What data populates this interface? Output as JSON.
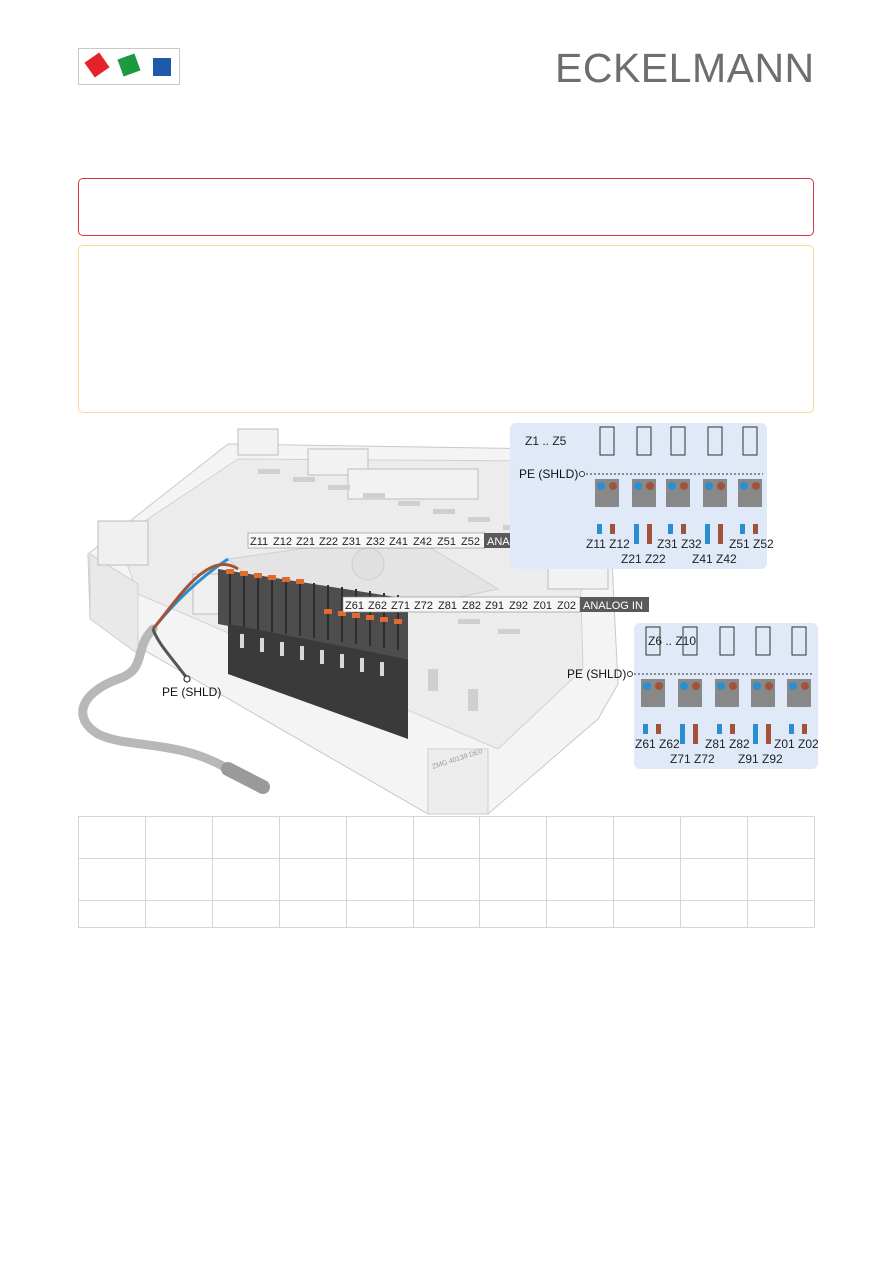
{
  "header": {
    "brand": "ECKELMANN",
    "logo_colors": [
      "#e3222b",
      "#1d9a3f",
      "#1d5aa8"
    ]
  },
  "colors": {
    "danger_border": "#d9343b",
    "warning_border": "#fbd79b",
    "panel_bg": "#dfe9f7",
    "blue_wire": "#2a8fd0",
    "brown_wire": "#a0523a"
  },
  "figure": {
    "strip_labels_top": [
      "Z11",
      "Z12",
      "Z21",
      "Z22",
      "Z31",
      "Z32",
      "Z41",
      "Z42",
      "Z51",
      "Z52"
    ],
    "strip_tag_top": "ANALOG IN",
    "strip_labels_bottom": [
      "Z61",
      "Z62",
      "Z71",
      "Z72",
      "Z81",
      "Z82",
      "Z91",
      "Z92",
      "Z01",
      "Z02"
    ],
    "strip_tag_bottom": "ANALOG IN",
    "pe_label": "PE (SHLD)",
    "board_marking": "ZMG 40139 DE0",
    "panel_top": {
      "title": "Z1 .. Z5",
      "pe": "PE (SHLD)",
      "row1": [
        "Z11 Z12",
        "Z31 Z32",
        "Z51 Z52"
      ],
      "row2": [
        "Z21 Z22",
        "Z41 Z42"
      ]
    },
    "panel_bottom": {
      "title": "Z6 .. Z10",
      "pe": "PE (SHLD)",
      "row1": [
        "Z61 Z62",
        "Z81 Z82",
        "Z01 Z02"
      ],
      "row2": [
        "Z71 Z72",
        "Z91 Z92"
      ]
    }
  },
  "table": {
    "rows": 3,
    "cols": 11
  }
}
